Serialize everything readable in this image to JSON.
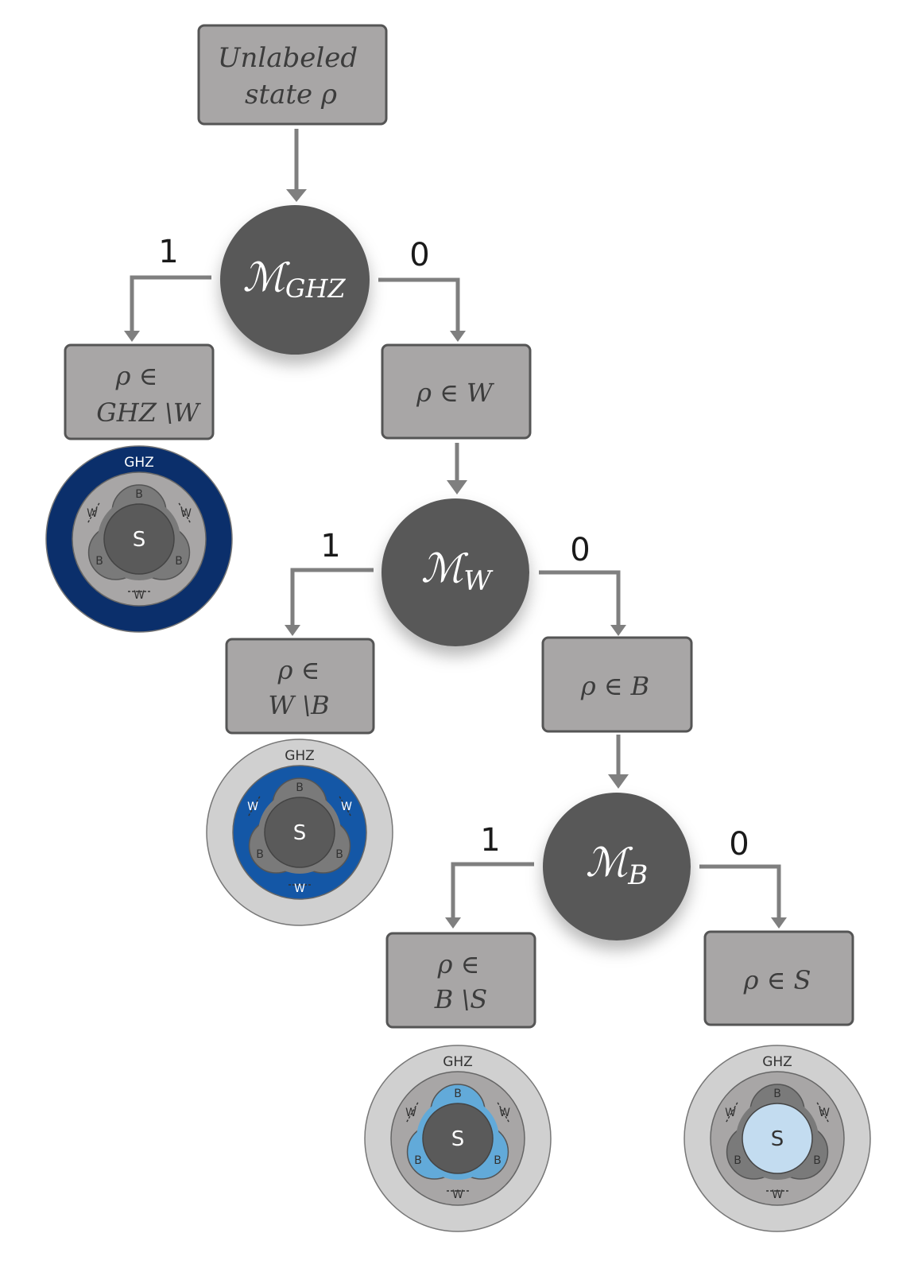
{
  "diagram": {
    "start_box": {
      "line1": "Unlabeled",
      "line2": "state ρ"
    },
    "nodes": {
      "ghz": {
        "main": "ℳ",
        "sub": "GHZ"
      },
      "w": {
        "main": "ℳ",
        "sub": "W"
      },
      "b": {
        "main": "ℳ",
        "sub": "B"
      }
    },
    "edge_labels": {
      "one": "1",
      "zero": "0"
    },
    "boxes": {
      "ghz_minus_w": {
        "line1": "ρ ∈",
        "line2": "GHZ \\W"
      },
      "in_w": {
        "line1": "ρ ∈ W"
      },
      "w_minus_b": {
        "line1": "ρ ∈",
        "line2": "W \\B"
      },
      "in_b": {
        "line1": "ρ ∈ B"
      },
      "b_minus_s": {
        "line1": "ρ ∈",
        "line2": "B \\S"
      },
      "in_s": {
        "line1": "ρ ∈ S"
      }
    },
    "venn_labels": {
      "ghz": "GHZ",
      "w": "W",
      "b": "B",
      "s": "S"
    },
    "colors": {
      "box_fill": "#a8a6a6",
      "node_fill": "#595959",
      "arrow": "#7f7f7f",
      "highlight_ghz": "#0b2f6b",
      "highlight_w": "#1457a6",
      "highlight_b": "#62aad9",
      "highlight_s": "#c3dcf0",
      "light_ring": "#d0d0d0",
      "mid_ring": "#a8a6a6",
      "trefoil": "#7a7a7a",
      "core": "#5a5a5a"
    }
  }
}
